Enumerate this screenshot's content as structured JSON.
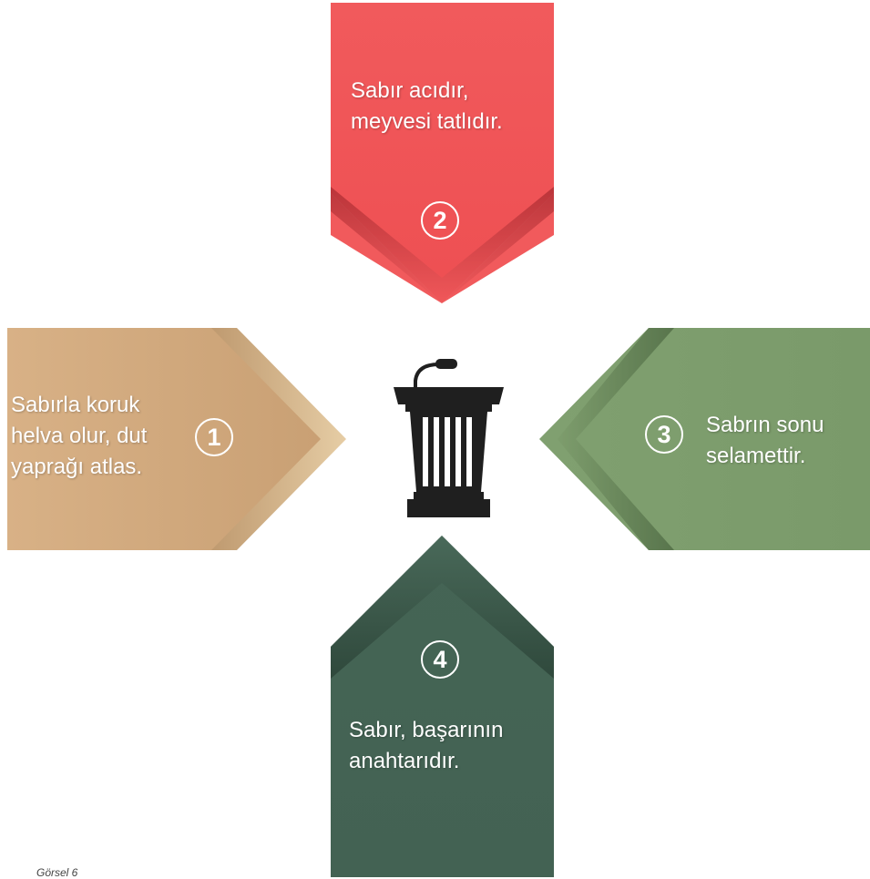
{
  "colors": {
    "card1": "#d8b186",
    "card1_light": "#e5c8a0",
    "card2": "#f15a5c",
    "card2_dark": "#c9353c",
    "card3": "#7a9a6a",
    "card3_dark": "#627f55",
    "card4": "#436253",
    "card4_dark": "#2f4a3d",
    "podium": "#1f1f1f"
  },
  "items": [
    {
      "number": "1",
      "lines": [
        "Sabırla koruk",
        "helva olur, dut",
        "yaprağı atlas."
      ]
    },
    {
      "number": "2",
      "lines": [
        "Sabır acıdır,",
        "meyvesi tatlıdır."
      ]
    },
    {
      "number": "3",
      "lines": [
        "Sabrın sonu",
        "selamettir."
      ]
    },
    {
      "number": "4",
      "lines": [
        "Sabır, başarının",
        "anahtarıdır."
      ]
    }
  ],
  "center_icon": "podium-icon",
  "caption": "Görsel 6"
}
